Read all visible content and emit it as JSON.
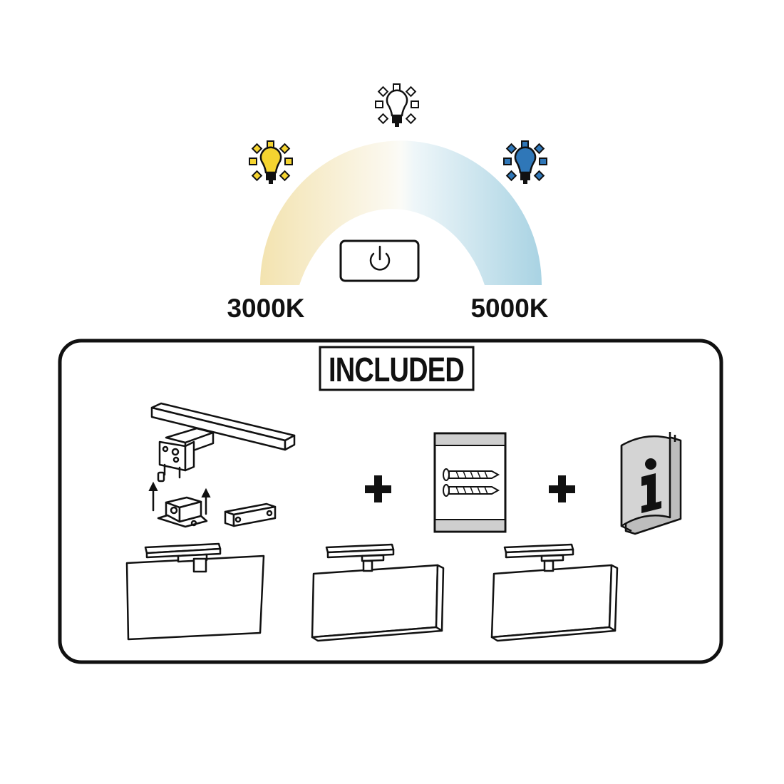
{
  "color_temperature": {
    "warm_label": "3000K",
    "cool_label": "5000K",
    "warm_color": "#f3e3b0",
    "neutral_color": "#fbfbf7",
    "cool_color": "#a9d3e3",
    "warm_bulb_color": "#f5d430",
    "cool_bulb_color": "#2f77b8",
    "icons": {
      "warm": "warm-light-bulb-icon",
      "neutral": "neutral-light-bulb-icon",
      "cool": "cool-light-bulb-icon",
      "power": "power-icon"
    }
  },
  "included": {
    "title": "INCLUDED",
    "items": [
      {
        "icon": "mirror-light-fixture-with-mounting-brackets-icon"
      },
      {
        "icon": "plus-icon"
      },
      {
        "icon": "screws-and-wall-plugs-pack-icon"
      },
      {
        "icon": "plus-icon"
      },
      {
        "icon": "instruction-manual-icon"
      }
    ],
    "mounting_examples": [
      {
        "icon": "clamp-mount-on-mirror-icon"
      },
      {
        "icon": "surface-mount-on-cabinet-icon"
      },
      {
        "icon": "surface-mount-on-cabinet-icon"
      }
    ]
  }
}
